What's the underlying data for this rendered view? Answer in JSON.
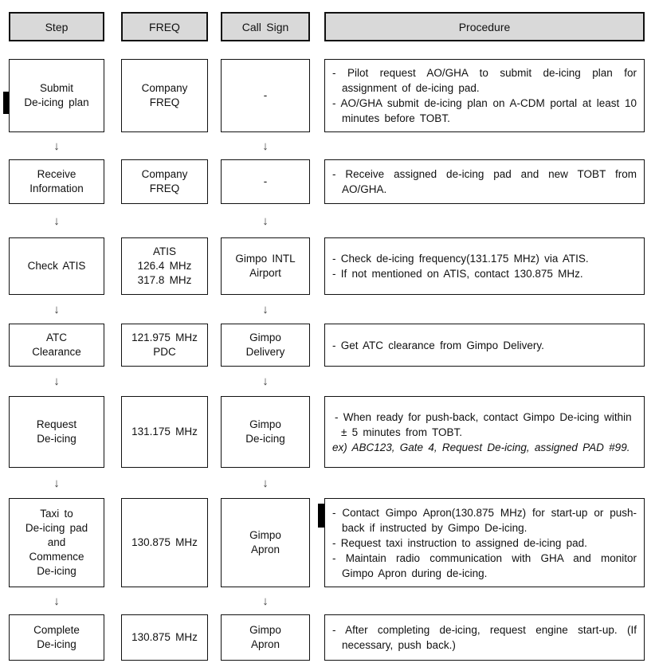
{
  "icons": {
    "down_arrow": "↓"
  },
  "colors": {
    "header_fill": "#d9d9d9",
    "border": "#111111",
    "text": "#111111",
    "revision_bar": "#000000"
  },
  "table": {
    "headers": [
      "Step",
      "FREQ",
      "Call Sign",
      "Procedure"
    ],
    "rows": [
      {
        "step": "Submit\nDe-icing plan",
        "freq": "Company\nFREQ",
        "call_sign": "-",
        "procedure": [
          {
            "marker": "-",
            "text": "Pilot request AO/GHA to submit de-icing plan for assignment of de-icing pad."
          },
          {
            "marker": "-",
            "text": "AO/GHA submit de-icing plan on A-CDM portal at least 10 minutes before TOBT."
          }
        ]
      },
      {
        "step": "Receive\nInformation",
        "freq": "Company\nFREQ",
        "call_sign": "-",
        "procedure": [
          {
            "marker": "-",
            "text": "Receive assigned de-icing pad and new TOBT from AO/GHA."
          }
        ]
      },
      {
        "step": "Check ATIS",
        "freq": "ATIS\n126.4 MHz\n317.8 MHz",
        "call_sign": "Gimpo INTL\nAirport",
        "procedure": [
          {
            "marker": "-",
            "text": "Check de-icing frequency(131.175 MHz) via ATIS."
          },
          {
            "marker": "-",
            "text": "If not mentioned on ATIS, contact 130.875 MHz."
          }
        ]
      },
      {
        "step": "ATC\nClearance",
        "freq": "121.975 MHz\nPDC",
        "call_sign": "Gimpo\nDelivery",
        "procedure": [
          {
            "marker": "-",
            "text": "Get ATC clearance from Gimpo Delivery."
          }
        ]
      },
      {
        "step": "Request\nDe-icing",
        "freq": "131.175 MHz",
        "call_sign": "Gimpo\nDe-icing",
        "procedure": [
          {
            "marker": "-",
            "text": "When ready for push-back, contact Gimpo De-icing within ± 5 minutes from TOBT."
          },
          {
            "marker": "ex)",
            "text": "ABC123, Gate 4, Request De-icing, assigned PAD #99."
          }
        ]
      },
      {
        "step": "Taxi to\nDe-icing pad\nand\nCommence\nDe-icing",
        "freq": "130.875 MHz",
        "call_sign": "Gimpo\nApron",
        "procedure": [
          {
            "marker": "-",
            "text": "Contact Gimpo Apron(130.875 MHz) for start-up or push-back if instructed by Gimpo De-icing."
          },
          {
            "marker": "-",
            "text": "Request taxi instruction to assigned de-icing pad."
          },
          {
            "marker": "-",
            "text": "Maintain radio communication with GHA and monitor Gimpo Apron during de-icing."
          }
        ]
      },
      {
        "step": "Complete\nDe-icing",
        "freq": "130.875 MHz",
        "call_sign": "Gimpo\nApron",
        "procedure": [
          {
            "marker": "-",
            "text": "After completing de-icing, request engine start-up. (If necessary, push back.)"
          }
        ]
      }
    ]
  }
}
